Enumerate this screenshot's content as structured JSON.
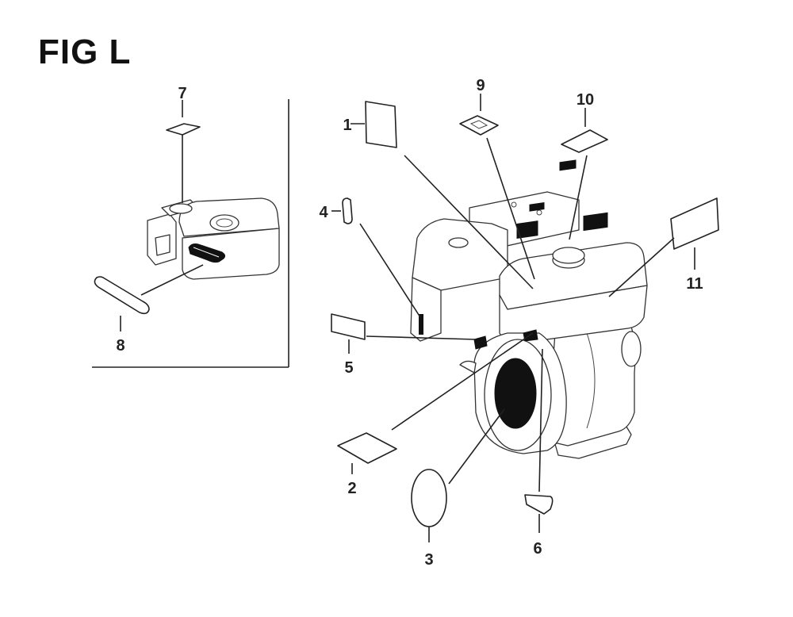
{
  "figure": {
    "title": "FIG L"
  },
  "callouts": {
    "c1": "1",
    "c2": "2",
    "c3": "3",
    "c4": "4",
    "c5": "5",
    "c6": "6",
    "c7": "7",
    "c8": "8",
    "c9": "9",
    "c10": "10",
    "c11": "11"
  }
}
